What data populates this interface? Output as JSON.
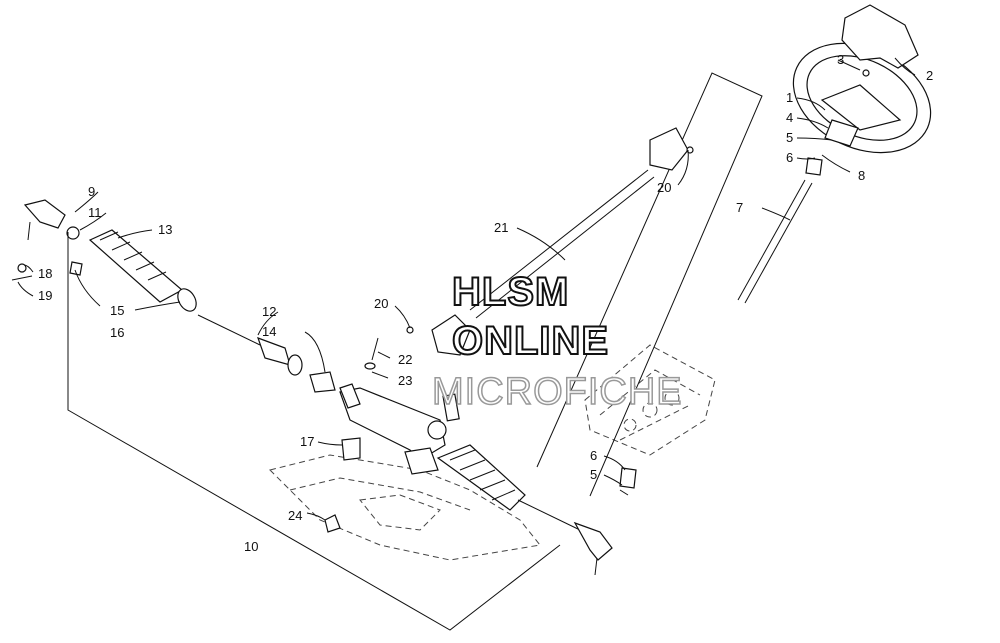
{
  "watermark": {
    "line1": "HLSM",
    "line2": "ONLINE",
    "line3": "MICROFICHE"
  },
  "callouts": {
    "c1": "1",
    "c2": "2",
    "c3": "3",
    "c4": "4",
    "c5a": "5",
    "c5b": "5",
    "c6a": "6",
    "c6b": "6",
    "c7": "7",
    "c8": "8",
    "c9": "9",
    "c10": "10",
    "c11": "11",
    "c12": "12",
    "c13": "13",
    "c14": "14",
    "c15": "15",
    "c16": "16",
    "c17": "17",
    "c18": "18",
    "c19": "19",
    "c20a": "20",
    "c20b": "20",
    "c21": "21",
    "c22": "22",
    "c23": "23",
    "c24": "24"
  }
}
